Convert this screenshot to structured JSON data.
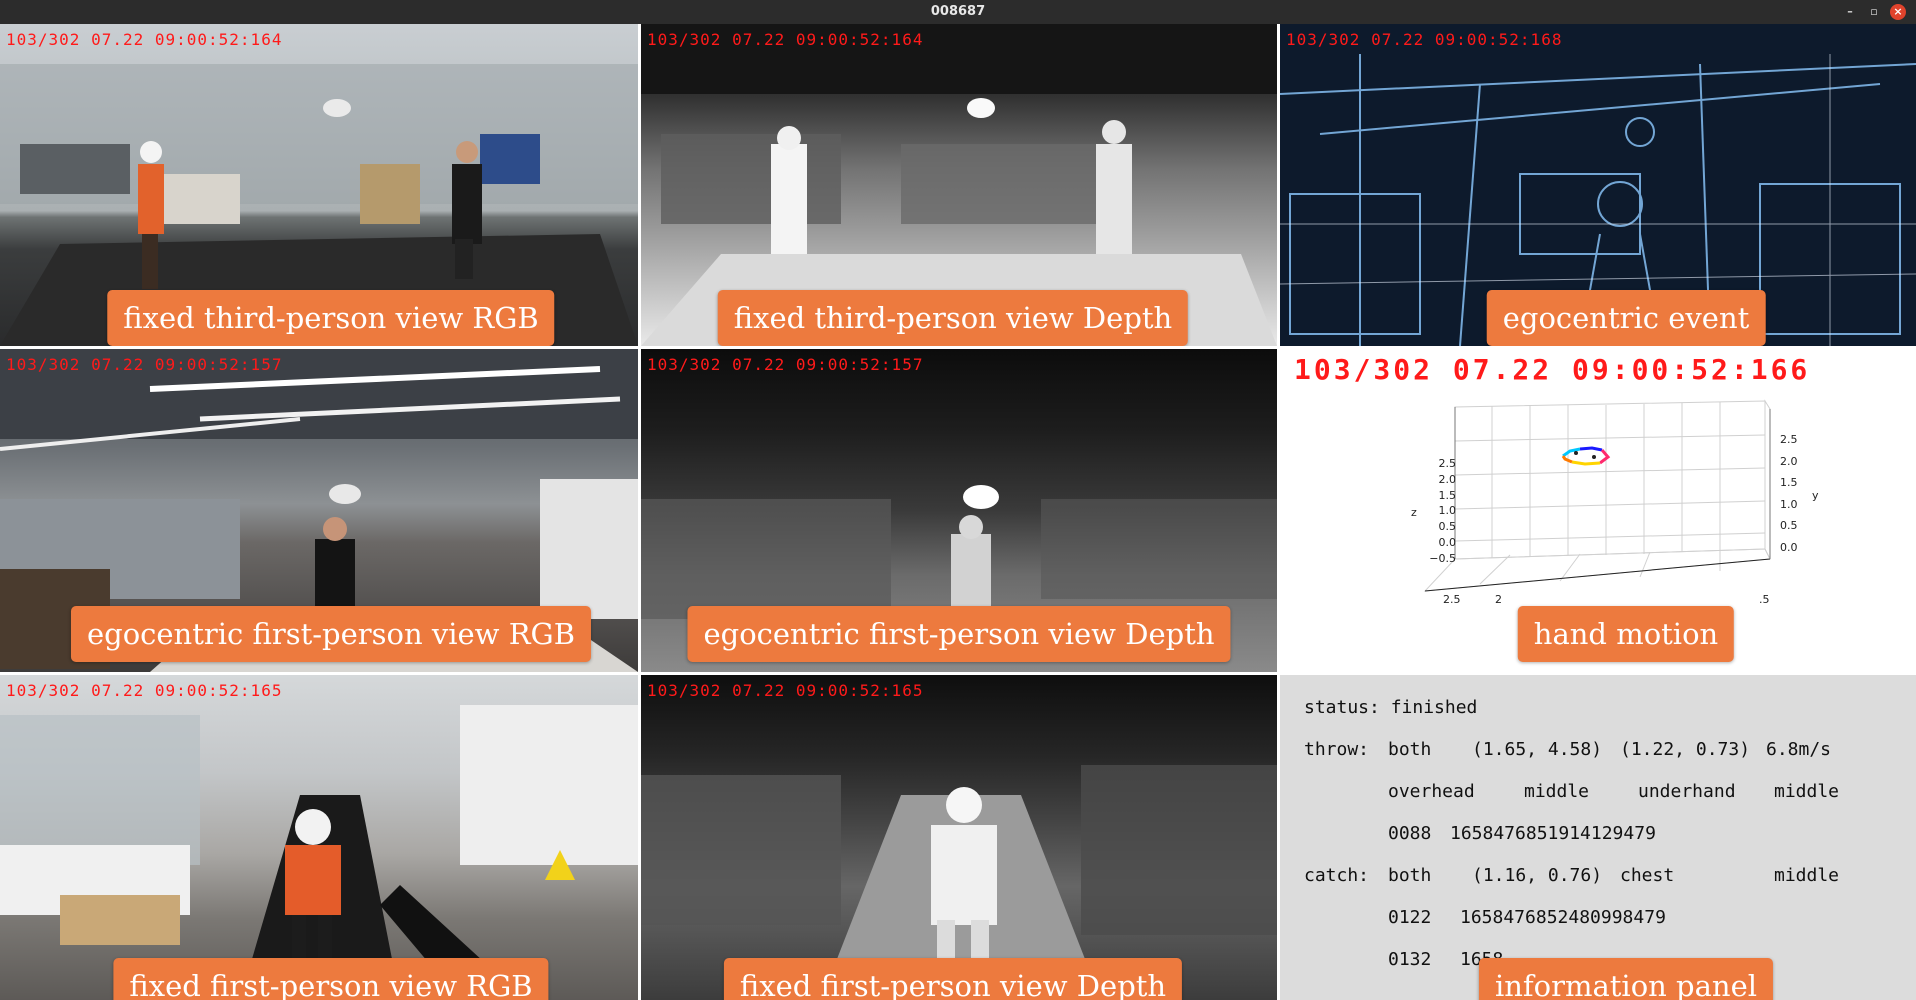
{
  "window": {
    "title": "008687",
    "controls": {
      "minimize": "–",
      "maximize": "▫",
      "close": "×"
    }
  },
  "panels": {
    "rgb_third": {
      "timestamp": "103/302 07.22 09:00:52:164",
      "label": "fixed third-person view RGB"
    },
    "depth_third": {
      "timestamp": "103/302 07.22 09:00:52:164",
      "label": "fixed third-person view Depth"
    },
    "ego_event": {
      "timestamp": "103/302 07.22 09:00:52:168",
      "label": "egocentric event"
    },
    "ego_rgb": {
      "timestamp": "103/302 07.22 09:00:52:157",
      "label": "egocentric first-person view RGB"
    },
    "ego_depth": {
      "timestamp": "103/302 07.22 09:00:52:157",
      "label": "egocentric first-person view Depth"
    },
    "hand_motion": {
      "timestamp": "103/302 07.22 09:00:52:166",
      "label": "hand motion"
    },
    "first_rgb": {
      "timestamp": "103/302 07.22 09:00:52:165",
      "label": "fixed first-person view RGB"
    },
    "first_depth": {
      "timestamp": "103/302 07.22 09:00:52:165",
      "label": "fixed first-person view Depth"
    },
    "info": {
      "label": "information panel"
    }
  },
  "hand_plot": {
    "z_ticks": [
      "2.5",
      "2.0",
      "1.5",
      "1.0",
      "0.5",
      "0.0",
      "−0.5"
    ],
    "z_label": "z",
    "y_ticks": [
      "2.5",
      "2.0",
      "1.5",
      "1.0",
      "0.5",
      "0.0"
    ],
    "y_label": "y",
    "x_ticks": [
      "2.5",
      "2",
      ".5"
    ],
    "trajectory_colors": [
      "#00c8ff",
      "#ff2a6d",
      "#ffd400",
      "#1a1aff",
      "#ff7a00"
    ]
  },
  "info_panel": {
    "status_key": "status:",
    "status_val": "finished",
    "throw_key": "throw:",
    "throw_hand": "both",
    "throw_pos1": "(1.65, 4.58)",
    "throw_pos2": "(1.22, 0.73)",
    "throw_speed": "6.8m/s",
    "throw_type1": "overhead",
    "throw_level1": "middle",
    "throw_type2": "underhand",
    "throw_level2": "middle",
    "throw_id": "0088",
    "throw_ts": "1658476851914129479",
    "catch_key": "catch:",
    "catch_hand": "both",
    "catch_pos": "(1.16, 0.76)",
    "catch_type": "chest",
    "catch_level": "middle",
    "catch_id1": "0122",
    "catch_ts1": "1658476852480998479",
    "catch_id2": "0132",
    "catch_ts2": "1658"
  }
}
